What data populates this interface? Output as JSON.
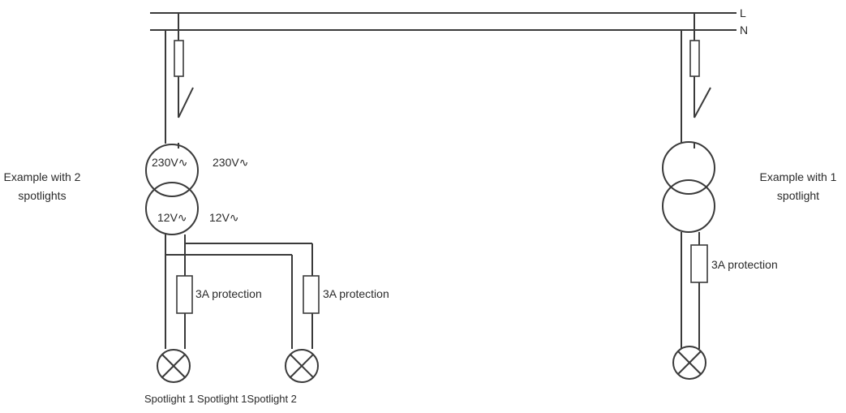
{
  "bus": {
    "line_label": "L",
    "neutral_label": "N"
  },
  "left_example": {
    "caption_line1": "Example with 2",
    "caption_line2": "spotlights",
    "transformer_primary_inside": "230V∿",
    "transformer_primary_outside": "230V∿",
    "transformer_secondary_inside": "12V∿",
    "transformer_secondary_outside": "12V∿",
    "protection_1": "3A protection",
    "protection_2": "3A protection",
    "spotlight_labels": "Spotlight 1 Spotlight 1Spotlight 2"
  },
  "right_example": {
    "caption_line1": "Example with 1",
    "caption_line2": "spotlight",
    "protection": "3A protection"
  }
}
